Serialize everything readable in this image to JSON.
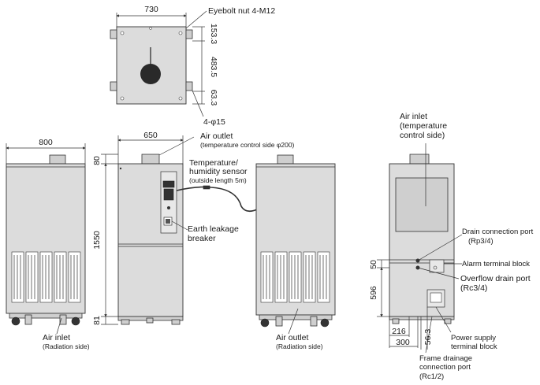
{
  "top_view": {
    "dim_width": "730",
    "eyebolt": "Eyebolt nut 4-M12",
    "dim_153": "153.3",
    "dim_483": "483.5",
    "dim_63": "63.3",
    "hole": "4-φ15"
  },
  "front_view": {
    "dim_width": "800",
    "air_inlet": "Air inlet",
    "air_inlet_sub": "(Radiation side)"
  },
  "side_view": {
    "dim_width": "650",
    "air_outlet": "Air outlet",
    "air_outlet_sub": "(temperature control side φ200)",
    "sensor_line1": "Temperature/",
    "sensor_line2": "humidity sensor",
    "sensor_sub": "(outside length 5m)",
    "breaker_line1": "Earth leakage",
    "breaker_line2": "breaker",
    "dim_80": "80",
    "dim_1550": "1550",
    "dim_81": "81"
  },
  "back_view": {
    "air_outlet": "Air outlet",
    "air_outlet_sub": "(Radiation side)"
  },
  "rear_view": {
    "air_inlet_line1": "Air inlet",
    "air_inlet_line2": "(temperature",
    "air_inlet_line3": "control side)",
    "drain_port": "Drain connection port",
    "drain_port_sub": "(Rp3/4)",
    "alarm": "Alarm terminal block",
    "overflow": "Overflow drain port",
    "overflow_sub": "(Rc3/4)",
    "power_line1": "Power supply",
    "power_line2": "terminal block",
    "frame_line1": "Frame drainage",
    "frame_line2": "connection port",
    "frame_sub": "(Rc1/2)",
    "dim_50": "50",
    "dim_596": "596",
    "dim_216": "216",
    "dim_300": "300",
    "dim_56": "56.3"
  }
}
